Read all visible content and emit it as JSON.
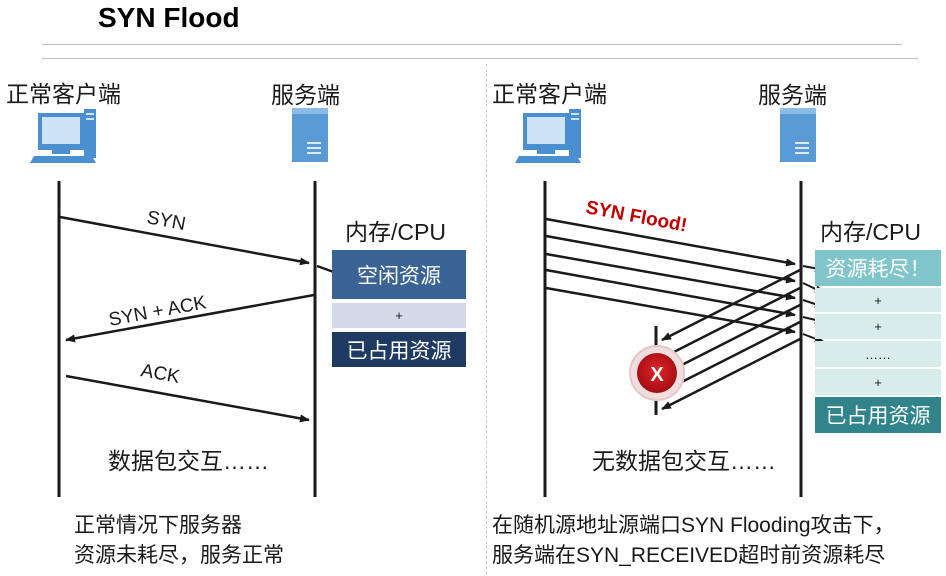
{
  "title": "SYN Flood",
  "left": {
    "client_label": "正常客户端",
    "server_label": "服务端",
    "memory_label": "内存/CPU",
    "msg_syn": "SYN",
    "msg_synack": "SYN + ACK",
    "msg_ack": "ACK",
    "exchange": "数据包交互……",
    "resource_free": "空闲资源",
    "plus": "+",
    "resource_used": "已占用资源",
    "caption_line1": "正常情况下服务器",
    "caption_line2": "资源未耗尽，服务正常"
  },
  "right": {
    "client_label": "正常客户端",
    "server_label": "服务端",
    "memory_label": "内存/CPU",
    "flood_label": "SYN Flood!",
    "blocked_mark": "X",
    "no_exchange": "无数据包交互……",
    "resource_exhausted": "资源耗尽！",
    "plus1": "+",
    "plus2": "+",
    "ellipsis": "……",
    "plus3": "+",
    "resource_used": "已占用资源",
    "caption_line1": "在随机源地址源端口SYN Flooding攻击下，",
    "caption_line2": "服务端在SYN_RECEIVED超时前资源耗尽"
  },
  "colors": {
    "free_box": "#3a6496",
    "plus_box": "#d4dbe8",
    "used_box": "#1f3b63",
    "exhausted_box": "#7fc5c9",
    "light_box": "#d9ecec",
    "used_box_right": "#31858a",
    "flood_text": "#c00000",
    "icon_blue": "#4a8fd0"
  }
}
